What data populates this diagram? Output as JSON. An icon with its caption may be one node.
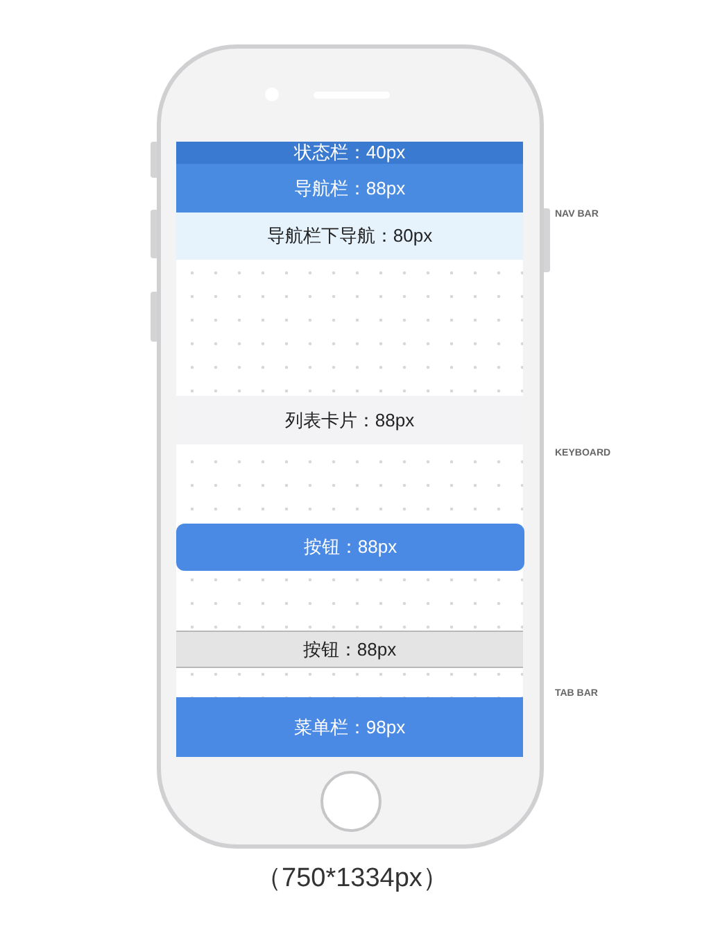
{
  "diagram": {
    "caption": "（750*1334px）",
    "nodes": [
      {
        "text": [
          "状态栏：40px"
        ]
      },
      {
        "text": [
          "导航栏：88px"
        ]
      },
      {
        "text": [
          "导航栏下导航：80px"
        ]
      },
      {
        "text": [
          "列表卡片：88px"
        ]
      },
      {
        "text": [
          "按钮：88px"
        ]
      },
      {
        "text": [
          "按钮：88px"
        ]
      },
      {
        "text": [
          "菜单栏：98px"
        ]
      }
    ],
    "labels": [
      "NAV BAR",
      "KEYBOARD",
      "TAB BAR"
    ]
  }
}
